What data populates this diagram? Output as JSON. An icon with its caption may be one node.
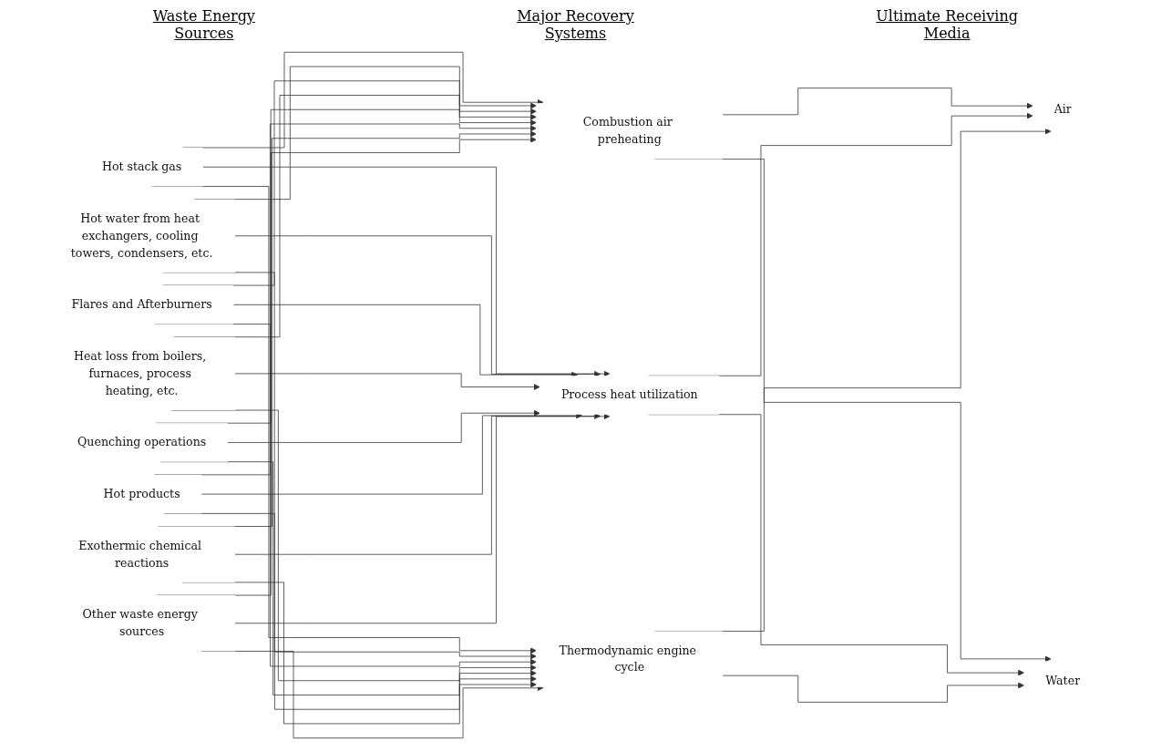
{
  "diagram": {
    "nodes": [
      {
        "text": [
          "Hot stack gas"
        ]
      },
      {
        "text": [
          "Hot water from heat exchangers, cooling towers, condensers, etc."
        ]
      },
      {
        "text": [
          "Flares and Afterburners"
        ]
      },
      {
        "text": [
          "Heat loss from boilers, furnaces, process heating, etc."
        ]
      },
      {
        "text": [
          "Quenching operations"
        ]
      },
      {
        "text": [
          "Hot products"
        ]
      },
      {
        "text": [
          "Exothermic chemical reactions"
        ]
      },
      {
        "text": [
          "Other waste energy sources"
        ]
      },
      {
        "text": [
          "Combustion air preheating"
        ]
      },
      {
        "text": [
          "Process heat utilization"
        ]
      },
      {
        "text": [
          "Thermodynamic engine cycle"
        ]
      },
      {
        "text": [
          "Air"
        ]
      },
      {
        "text": [
          "Water"
        ]
      }
    ],
    "edges": [
      {
        "from": 0,
        "to": 8,
        "arrow": "to"
      },
      {
        "from": 0,
        "to": 9,
        "arrow": "to"
      },
      {
        "from": 0,
        "to": 10,
        "arrow": "to"
      },
      {
        "from": 1,
        "to": 8,
        "arrow": "to"
      },
      {
        "from": 1,
        "to": 9,
        "arrow": "to"
      },
      {
        "from": 1,
        "to": 10,
        "arrow": "to"
      },
      {
        "from": 2,
        "to": 8,
        "arrow": "to"
      },
      {
        "from": 2,
        "to": 9,
        "arrow": "to"
      },
      {
        "from": 2,
        "to": 10,
        "arrow": "to"
      },
      {
        "from": 3,
        "to": 8,
        "arrow": "to"
      },
      {
        "from": 3,
        "to": 9,
        "arrow": "to"
      },
      {
        "from": 3,
        "to": 10,
        "arrow": "to"
      },
      {
        "from": 4,
        "to": 8,
        "arrow": "to"
      },
      {
        "from": 4,
        "to": 9,
        "arrow": "to"
      },
      {
        "from": 4,
        "to": 10,
        "arrow": "to"
      },
      {
        "from": 5,
        "to": 8,
        "arrow": "to"
      },
      {
        "from": 5,
        "to": 9,
        "arrow": "to"
      },
      {
        "from": 5,
        "to": 10,
        "arrow": "to"
      },
      {
        "from": 6,
        "to": 8,
        "arrow": "to"
      },
      {
        "from": 6,
        "to": 9,
        "arrow": "to"
      },
      {
        "from": 6,
        "to": 10,
        "arrow": "to"
      },
      {
        "from": 7,
        "to": 8,
        "arrow": "to"
      },
      {
        "from": 7,
        "to": 9,
        "arrow": "to"
      },
      {
        "from": 7,
        "to": 10,
        "arrow": "to"
      },
      {
        "from": 8,
        "to": 11,
        "arrow": "to"
      },
      {
        "from": 8,
        "to": 12,
        "arrow": "to"
      },
      {
        "from": 9,
        "to": 11,
        "arrow": "to"
      },
      {
        "from": 9,
        "to": 12,
        "arrow": "to"
      },
      {
        "from": 10,
        "to": 11,
        "arrow": "to"
      },
      {
        "from": 10,
        "to": 12,
        "arrow": "to"
      }
    ],
    "labels": [
      "Waste Energy Sources",
      "Major Recovery Systems",
      "Ultimate Receiving Media"
    ]
  }
}
